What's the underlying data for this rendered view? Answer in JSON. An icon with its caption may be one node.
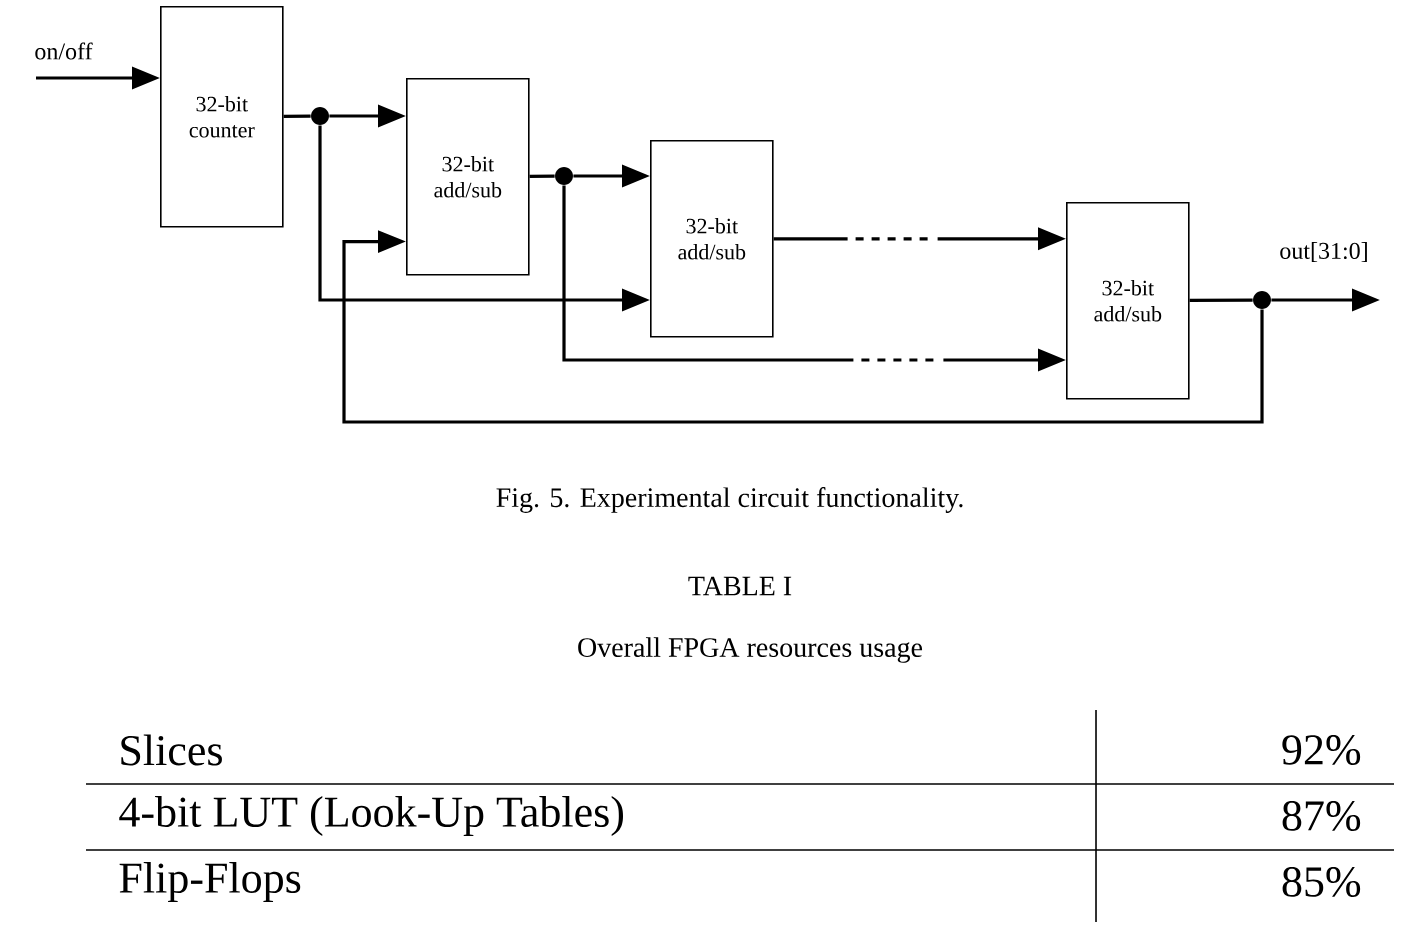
{
  "diagram": {
    "caption": "Fig. 5. Experimental circuit functionality.",
    "nodes": [
      {
        "text": [
          "on/off"
        ]
      },
      {
        "text": [
          "32-bit counter"
        ]
      },
      {
        "text": [
          "32-bit add/sub"
        ]
      },
      {
        "text": [
          "32-bit add/sub"
        ]
      },
      {
        "text": [
          "32-bit add/sub"
        ]
      },
      {
        "text": [],
        "shape": "circle"
      },
      {
        "text": [],
        "shape": "circle"
      },
      {
        "text": [],
        "shape": "circle"
      }
    ],
    "edges": [
      {
        "from": 0,
        "to": 1,
        "arrow": "to"
      },
      {
        "from": 1,
        "to": 5,
        "arrow": "none"
      },
      {
        "from": 5,
        "to": 2,
        "arrow": "to"
      },
      {
        "from": 5,
        "to": 3,
        "arrow": "to"
      },
      {
        "from": 2,
        "to": 6,
        "arrow": "none"
      },
      {
        "from": 6,
        "to": 3,
        "arrow": "to"
      },
      {
        "from": 6,
        "to": 4,
        "arrow": "to",
        "style": "dashed"
      },
      {
        "from": 3,
        "to": 4,
        "arrow": "to",
        "style": "dashed"
      },
      {
        "from": 4,
        "to": 7,
        "arrow": "none"
      },
      {
        "from": 7,
        "to": null,
        "arrow": "to",
        "label": "out[31:0]"
      },
      {
        "from": 7,
        "to": 2,
        "arrow": "to"
      }
    ],
    "labels": [
      "TABLE I",
      "Overall FPGA resources usage",
      "Slices",
      "92%",
      "4-bit LUT (Look-Up Tables)",
      "87%",
      "Flip-Flops",
      "85%"
    ]
  }
}
